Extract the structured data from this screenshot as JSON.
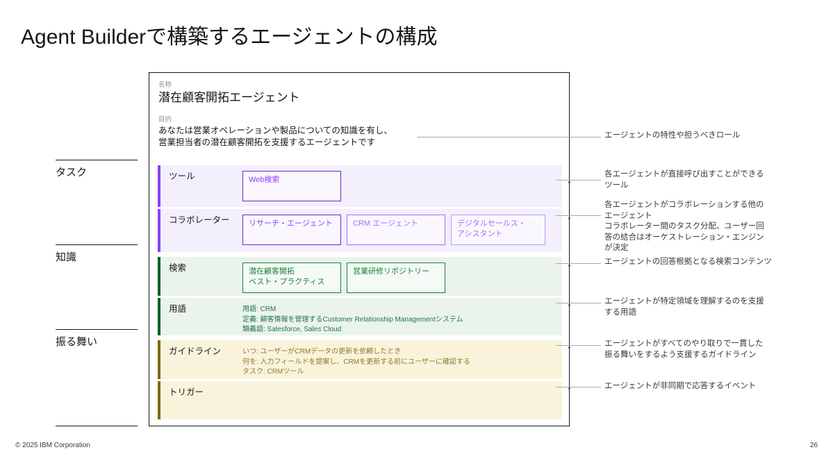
{
  "slide": {
    "title": "Agent Builderで構築するエージェントの構成",
    "footer_copyright": "© 2025 IBM Corporation",
    "page_number": "26"
  },
  "colors": {
    "purple_accent": "#8a3ffc",
    "purple_row_bg": "#f3effd",
    "green_accent": "#0e6027",
    "green_row_bg": "#eaf4ec",
    "olive_accent": "#7a6a16",
    "olive_row_bg": "#faf3dc",
    "card_border": "#161616",
    "annotation_line": "#a8a8a8"
  },
  "categories": [
    {
      "label": "タスク"
    },
    {
      "label": "知識"
    },
    {
      "label": "振る舞い"
    }
  ],
  "card": {
    "name_label": "名称",
    "agent_name": "潜在顧客開拓エージェント",
    "purpose_label": "目的",
    "purpose_lines": [
      "あなたは営業オペレーションや製品についての知識を有し、",
      "営業担当者の潜在顧客開拓を支援するエージェントです"
    ],
    "rows": [
      {
        "key": "tools",
        "label": "ツール",
        "chips": [
          {
            "lines": [
              "Web検索"
            ],
            "style": "purple-dark",
            "width": 142
          }
        ]
      },
      {
        "key": "collaborators",
        "label": "コラボレーター",
        "chips": [
          {
            "lines": [
              "リサーチ・エージェント"
            ],
            "style": "purple-dark",
            "width": 142
          },
          {
            "lines": [
              "CRM エージェント"
            ],
            "style": "purple-mid",
            "width": 142
          },
          {
            "lines": [
              "デジタルセールス・",
              "アシスタント"
            ],
            "style": "purple-light",
            "width": 136
          }
        ]
      },
      {
        "key": "search",
        "label": "検索",
        "chips": [
          {
            "lines": [
              "潜在顧客開拓",
              "ベスト・プラクティス"
            ],
            "style": "green-dark2",
            "width": 142
          },
          {
            "lines": [
              "営業研修リポジトリー"
            ],
            "style": "green-dark2",
            "width": 142
          }
        ]
      },
      {
        "key": "terminology",
        "label": "用語",
        "text_lines": [
          "用語: CRM",
          "定義: 顧客情報を管理するCustomer Relationship Managementシステム",
          "類義語: Salesforce, Sales Cloud"
        ]
      },
      {
        "key": "guideline",
        "label": "ガイドライン",
        "text_lines": [
          "いつ: ユーザーがCRMデータの更新を依頼したとき",
          "何を: 入力フィールドを提案し、CRMを更新する前にユーザーに確認する",
          "タスク: CRMツール"
        ]
      },
      {
        "key": "trigger",
        "label": "トリガー",
        "text_lines": []
      }
    ]
  },
  "annotations": [
    {
      "key": "purpose",
      "lines": [
        "エージェントの特性や担うべきロール"
      ]
    },
    {
      "key": "tools",
      "lines": [
        "各エージェントが直接呼び出すことができる",
        "ツール"
      ]
    },
    {
      "key": "collaborators",
      "lines": [
        "各エージェントがコラボレーションする他の",
        "エージェント",
        "コラボレーター間のタスク分配、ユーザー回",
        "答の結合はオーケストレーション・エンジン",
        "が決定"
      ]
    },
    {
      "key": "search",
      "lines": [
        "エージェントの回答根拠となる検索コンテンツ"
      ]
    },
    {
      "key": "terminology",
      "lines": [
        "エージェントが特定領域を理解するのを支援",
        "する用語"
      ]
    },
    {
      "key": "guideline",
      "lines": [
        "エージェントがすべてのやり取りで一貫した",
        "振る舞いをするよう支援するガイドライン"
      ]
    },
    {
      "key": "trigger",
      "lines": [
        "エージェントが非同期で応答するイベント"
      ]
    }
  ]
}
